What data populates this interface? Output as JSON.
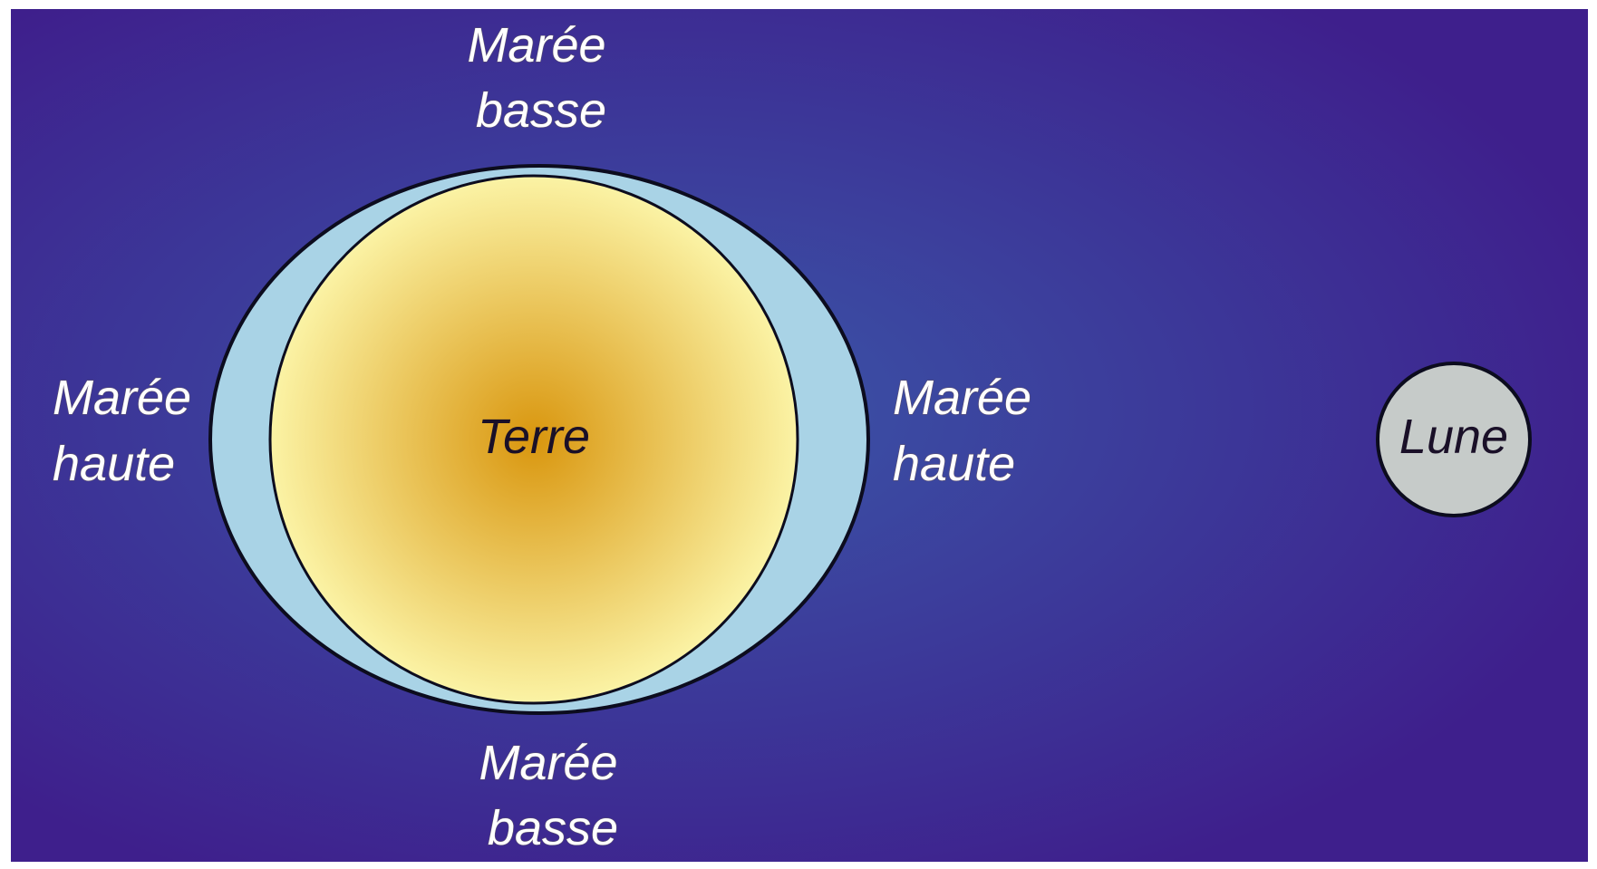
{
  "colors": {
    "space_center": "#3a56a8",
    "space_edge": "#3e1f8c",
    "ocean": "#a9d3e6",
    "outline": "#0c0c1e",
    "earth_center": "#d9960e",
    "earth_edge": "#fbf3a5",
    "moon": "#c6cbc9",
    "label_text": "#ffffff",
    "body_text": "#1a1028"
  },
  "labels": {
    "tide_top": [
      "Marée",
      "basse"
    ],
    "tide_bottom": [
      "Marée",
      "basse"
    ],
    "tide_left": [
      "Marée",
      "haute"
    ],
    "tide_right": [
      "Marée",
      "haute"
    ],
    "earth": "Terre",
    "moon": "Lune"
  }
}
